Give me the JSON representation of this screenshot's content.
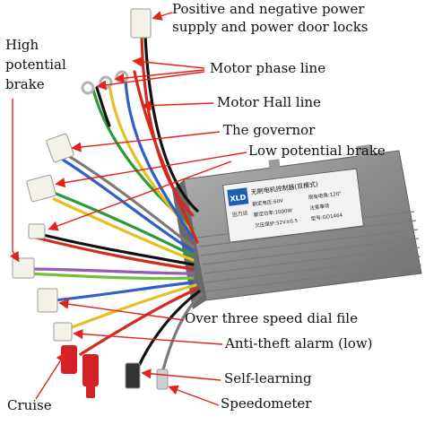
{
  "labels": {
    "positive_negative_line1": "Positive and negative power",
    "positive_negative_line2": "supply and power door locks",
    "high_potential_brake_line1": "High",
    "high_potential_brake_line2": "potential",
    "high_potential_brake_line3": "brake",
    "motor_phase_line": "Motor phase line",
    "motor_hall_line": "Motor Hall line",
    "the_governor": "The governor",
    "low_potential_brake": "Low potential brake",
    "over_three_speed": "Over three speed dial file",
    "anti_theft_alarm": "Anti-theft alarm (low)",
    "self_learning": "Self-learning",
    "cruise": "Cruise",
    "speedometer": "Speedometer"
  },
  "controller_label": {
    "brand": "XLD",
    "title": "无刷电机控制器(双模式)",
    "rated_voltage": "额定电压:60V",
    "rated_power": "额定功率:1000W",
    "undervoltage": "欠压保护:52V±0.5",
    "model": "型号:GD1464",
    "phase_angle": "刷有电角:120°",
    "maker": "迅力达",
    "note": "注意事项"
  },
  "colors": {
    "annotation_arrow": "#e2231a",
    "background": "#ffffff",
    "controller_body": "#8f8f8f",
    "label_sticker": "#f2f2f2"
  }
}
